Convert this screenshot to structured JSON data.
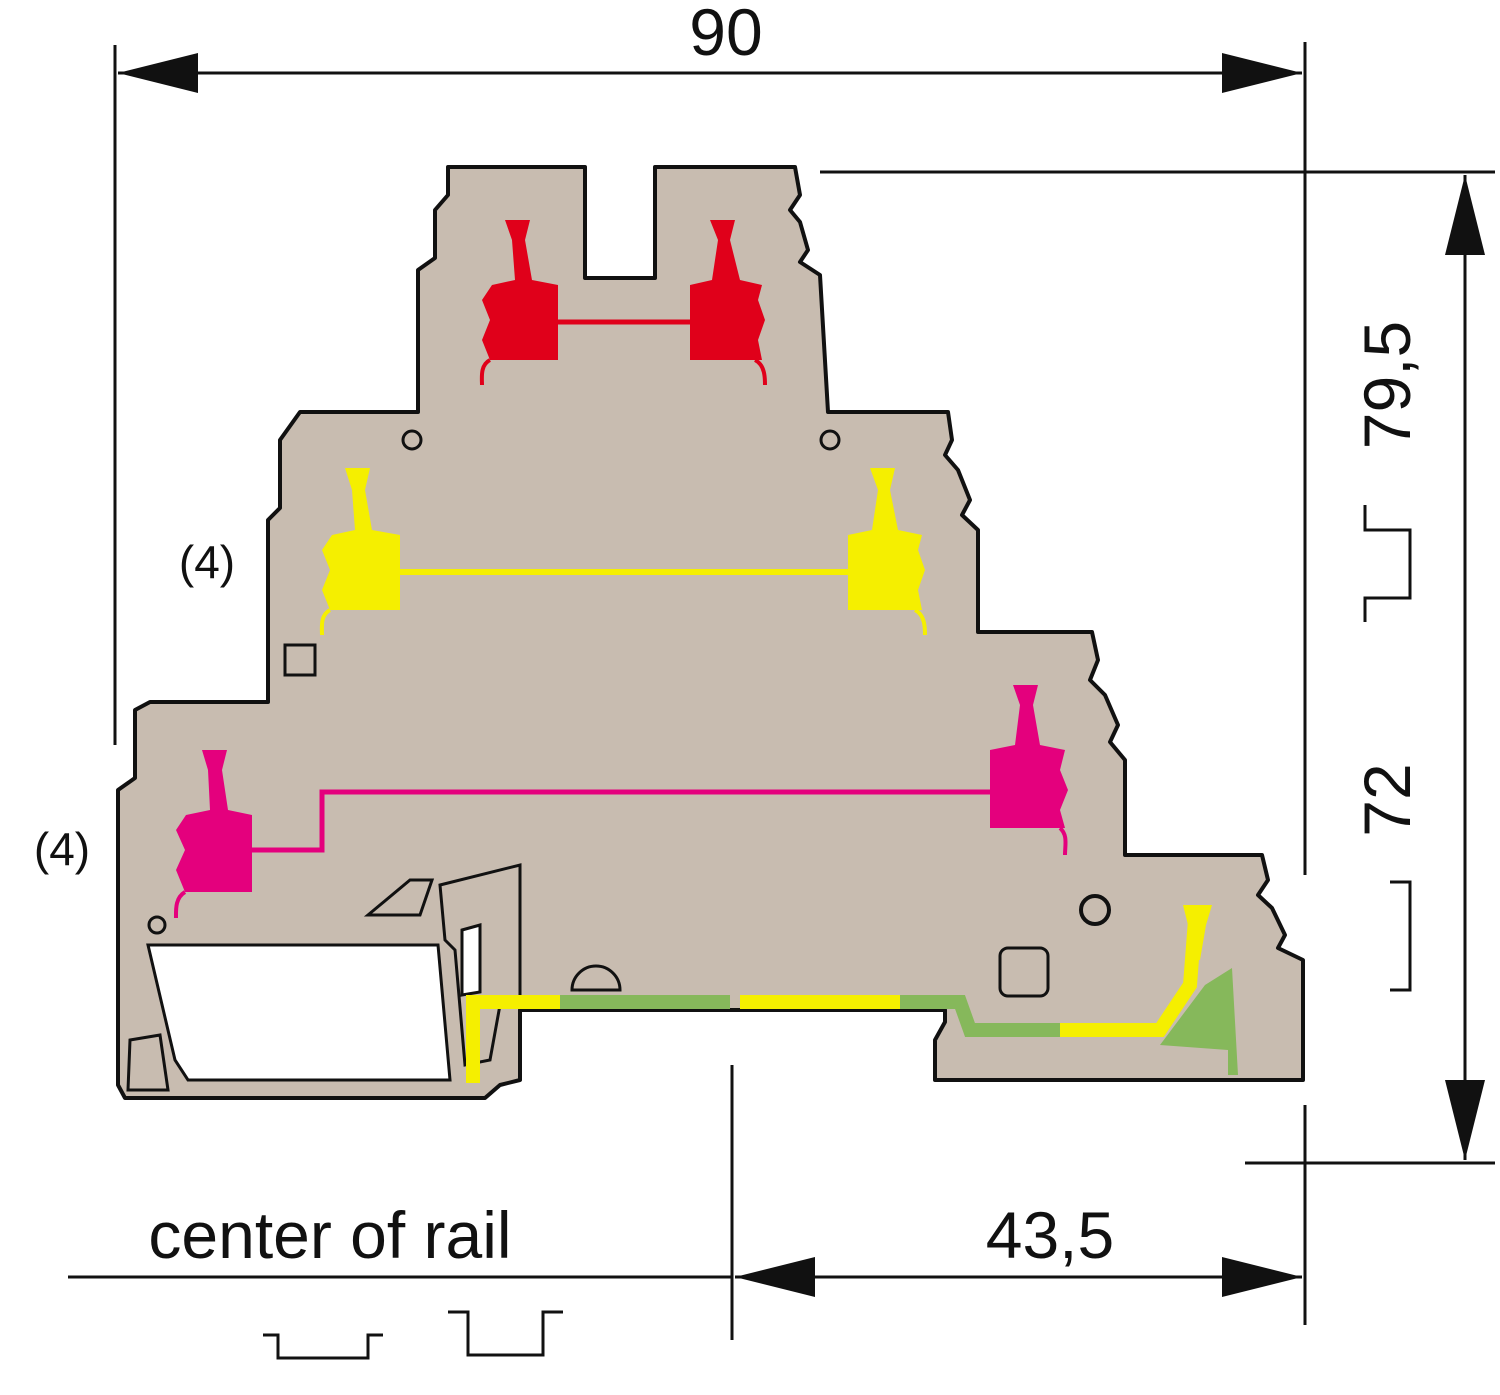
{
  "dimensions": {
    "width": "90",
    "height_high_rail": "79,5",
    "height_low_rail": "72",
    "offset_from_rail_center": "43,5"
  },
  "labels": {
    "level_marker_upper": "(4)",
    "level_marker_lower": "(4)",
    "rail_center": "center of rail"
  },
  "colors": {
    "housing": "#c8bcb0",
    "level_top": "#e0001a",
    "level_middle": "#f5ef00",
    "level_bottom": "#e4007d",
    "earth_yellow": "#f5ef00",
    "earth_green": "#86b85b",
    "outline": "#111111"
  }
}
